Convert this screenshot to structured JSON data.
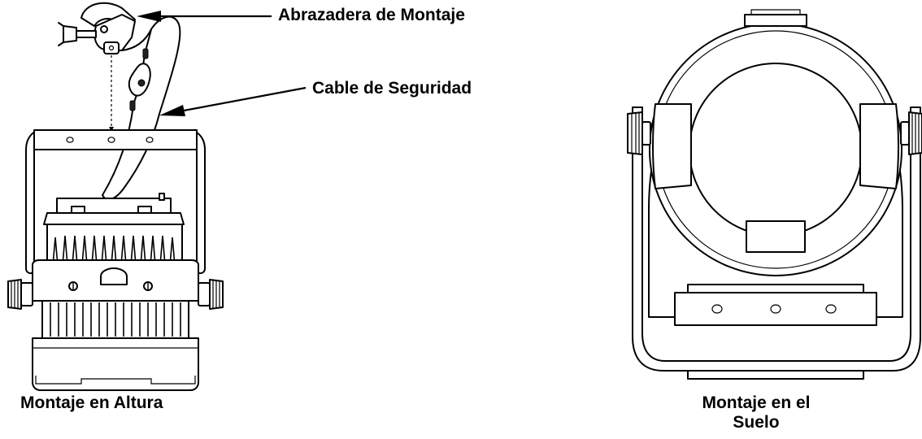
{
  "labels": {
    "mounting_clamp": "Abrazadera de Montaje",
    "safety_cable": "Cable de Seguridad",
    "hanging_mount": "Montaje en Altura",
    "floor_mount": "Montaje en el Suelo"
  }
}
